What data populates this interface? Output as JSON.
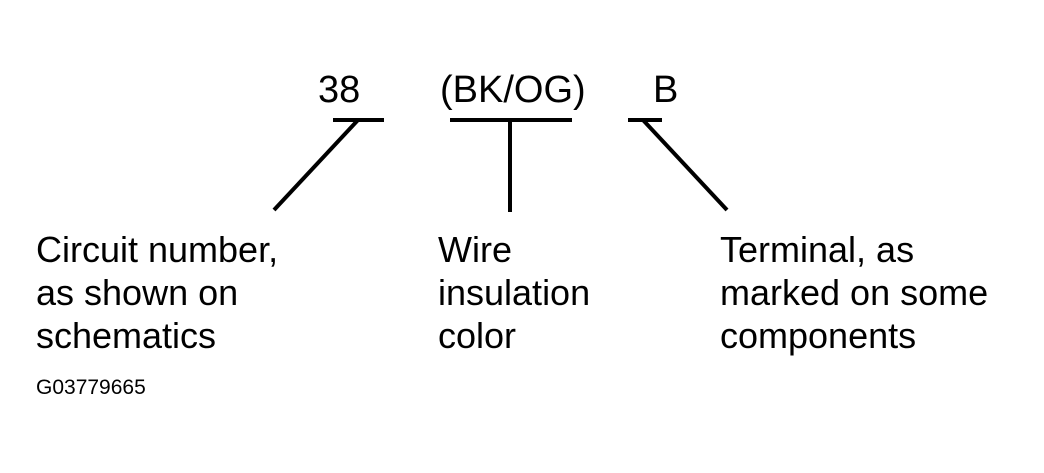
{
  "example_code": {
    "circuit_number": "38",
    "wire_color": "(BK/OG)",
    "terminal": "B"
  },
  "descriptions": {
    "circuit": [
      "Circuit number,",
      "as shown on",
      "schematics"
    ],
    "color": [
      "Wire",
      "insulation",
      "color"
    ],
    "terminal": [
      "Terminal, as",
      "marked on some",
      "components"
    ]
  },
  "figure_id": "G03779665"
}
